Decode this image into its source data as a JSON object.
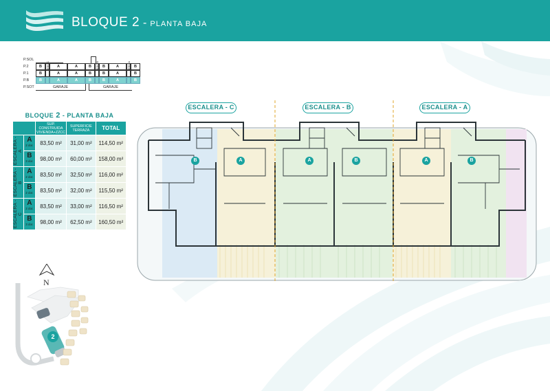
{
  "header": {
    "title": "BLOQUE 2",
    "separator": "-",
    "subtitle": "PLANTA BAJA"
  },
  "floors": {
    "labels": [
      "P.SOL",
      "P.2",
      "P.1",
      "P.B",
      "P.SOT"
    ],
    "p2": [
      "B",
      "A",
      "A",
      "B",
      "B",
      "A",
      "B"
    ],
    "p1": [
      "B",
      "A",
      "A",
      "B",
      "B",
      "A",
      "B"
    ],
    "pb": [
      "B",
      "A",
      "A",
      "B",
      "B",
      "A",
      "B"
    ],
    "stair_tags": [
      "ESC.C",
      "ESC.B",
      "ESC.A"
    ],
    "garage": [
      "GARAJE",
      "GARAJE"
    ]
  },
  "summary": {
    "title_prefix": "BLOQUE",
    "title_num": "2",
    "title_suffix": "- PLANTA BAJA",
    "col_built": "SUP. CONSTRUIDA VIVIENDA+ZZCC",
    "col_terrace": "SUPERFICIE TERRAZA",
    "col_total": "TOTAL",
    "groups": [
      {
        "stair": "ESCALERA - A",
        "rows": [
          {
            "type": "A",
            "dorms": "2 dor.",
            "built": "83,50 m²",
            "terrace": "31,00 m²",
            "total": "114,50 m²"
          },
          {
            "type": "B",
            "dorms": "3 dor.",
            "built": "98,00 m²",
            "terrace": "60,00 m²",
            "total": "158,00 m²"
          }
        ]
      },
      {
        "stair": "ESCALERA - B",
        "rows": [
          {
            "type": "A",
            "dorms": "2 dor.",
            "built": "83,50 m²",
            "terrace": "32,50 m²",
            "total": "116,00 m²"
          },
          {
            "type": "B",
            "dorms": "2 dor.",
            "built": "83,50 m²",
            "terrace": "32,00 m²",
            "total": "115,50 m²"
          }
        ]
      },
      {
        "stair": "ESCALERA - C",
        "rows": [
          {
            "type": "A",
            "dorms": "2 dor.",
            "built": "83,50 m²",
            "terrace": "33,00 m²",
            "total": "116,50 m²"
          },
          {
            "type": "B",
            "dorms": "3 dor.",
            "built": "98,00 m²",
            "terrace": "62,50 m²",
            "total": "160,50 m²"
          }
        ]
      }
    ]
  },
  "plan": {
    "stairs": [
      "ESCALERA - C",
      "ESCALERA - B",
      "ESCALERA - A"
    ],
    "markers": [
      "B",
      "A",
      "A",
      "B",
      "A",
      "B"
    ]
  },
  "site": {
    "north": "N",
    "block_number": "2"
  },
  "colors": {
    "brand": "#1aa3a0",
    "unit_blue": "#dbeaf5",
    "unit_yellow": "#f6f1d9",
    "unit_green": "#e3f1de",
    "unit_pink": "#f1e3f1"
  }
}
